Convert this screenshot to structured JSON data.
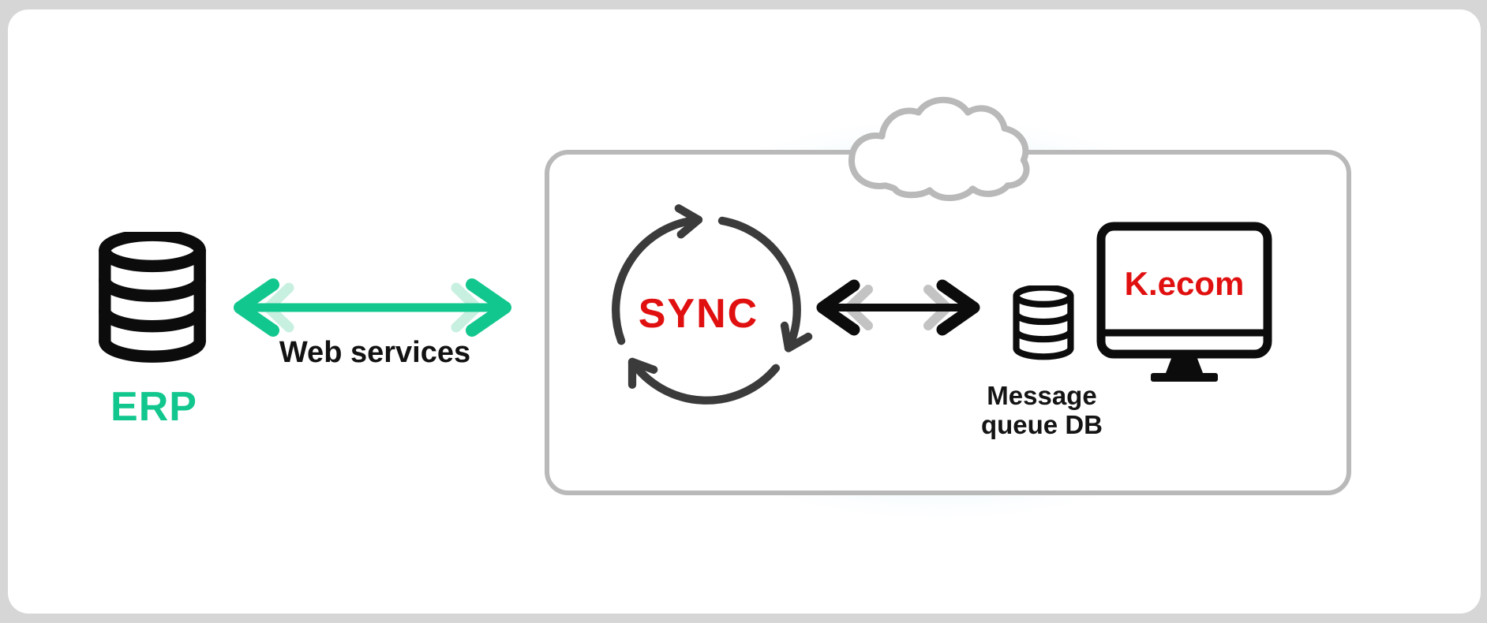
{
  "diagram": {
    "erp": {
      "label": "ERP"
    },
    "web_services": {
      "label": "Web services"
    },
    "sync": {
      "label": "SYNC"
    },
    "kecom": {
      "label": "K.ecom"
    },
    "message_queue": {
      "label": "Message queue DB",
      "lines": [
        "Message",
        "queue DB"
      ]
    }
  },
  "icons": [
    "database-icon",
    "double-arrow-green-icon",
    "cloud-icon",
    "sync-arrows-icon",
    "database-small-icon",
    "monitor-icon",
    "double-arrow-black-icon"
  ],
  "colors": {
    "green": "#12c78e",
    "green_echo": "#c8f0e1",
    "red": "#e11010",
    "dark_arc": "#3b3b3b",
    "black": "#0c0c0c",
    "gray_echo": "#c3c3c3",
    "box_border": "#b9b9b9",
    "cloud_outline": "#b9b9b9",
    "outer_background": "#d6d6d6",
    "card_background": "#ffffff",
    "glow_blue": "#cfeafa"
  }
}
